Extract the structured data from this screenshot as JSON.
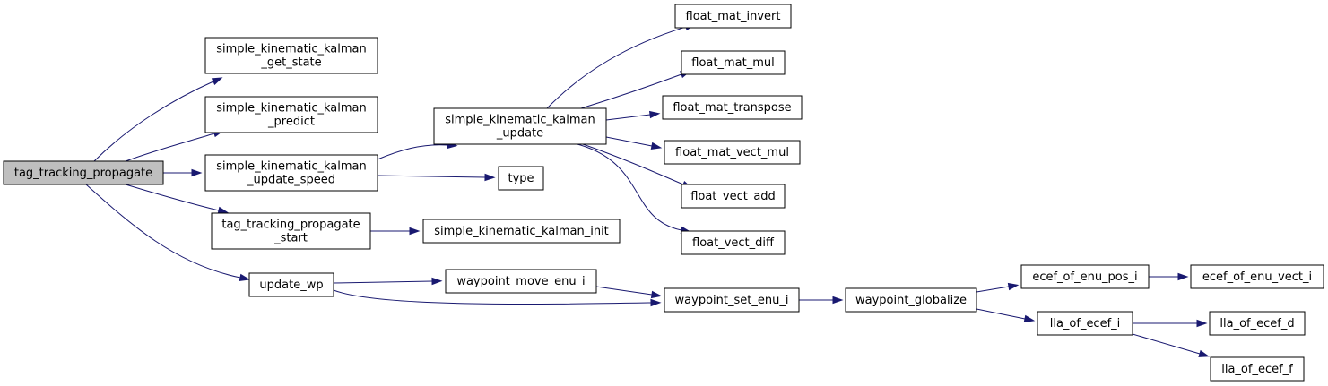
{
  "graph": {
    "nodes": [
      {
        "id": "n0",
        "lines": [
          "tag_tracking_propagate"
        ],
        "root": true
      },
      {
        "id": "n1",
        "lines": [
          "simple_kinematic_kalman",
          "_get_state"
        ]
      },
      {
        "id": "n2",
        "lines": [
          "simple_kinematic_kalman",
          "_predict"
        ]
      },
      {
        "id": "n3",
        "lines": [
          "simple_kinematic_kalman",
          "_update_speed"
        ]
      },
      {
        "id": "n4",
        "lines": [
          "tag_tracking_propagate",
          "_start"
        ]
      },
      {
        "id": "n5",
        "lines": [
          "update_wp"
        ]
      },
      {
        "id": "n6",
        "lines": [
          "simple_kinematic_kalman",
          "_update"
        ]
      },
      {
        "id": "n7",
        "lines": [
          "type"
        ]
      },
      {
        "id": "n8",
        "lines": [
          "simple_kinematic_kalman_init"
        ]
      },
      {
        "id": "n9",
        "lines": [
          "waypoint_move_enu_i"
        ]
      },
      {
        "id": "n10",
        "lines": [
          "float_mat_invert"
        ]
      },
      {
        "id": "n11",
        "lines": [
          "float_mat_mul"
        ]
      },
      {
        "id": "n12",
        "lines": [
          "float_mat_transpose"
        ]
      },
      {
        "id": "n13",
        "lines": [
          "float_mat_vect_mul"
        ]
      },
      {
        "id": "n14",
        "lines": [
          "float_vect_add"
        ]
      },
      {
        "id": "n15",
        "lines": [
          "float_vect_diff"
        ]
      },
      {
        "id": "n16",
        "lines": [
          "waypoint_set_enu_i"
        ]
      },
      {
        "id": "n17",
        "lines": [
          "waypoint_globalize"
        ]
      },
      {
        "id": "n18",
        "lines": [
          "ecef_of_enu_pos_i"
        ]
      },
      {
        "id": "n19",
        "lines": [
          "lla_of_ecef_i"
        ]
      },
      {
        "id": "n20",
        "lines": [
          "ecef_of_enu_vect_i"
        ]
      },
      {
        "id": "n21",
        "lines": [
          "lla_of_ecef_d"
        ]
      },
      {
        "id": "n22",
        "lines": [
          "lla_of_ecef_f"
        ]
      }
    ],
    "edges": [
      [
        "n0",
        "n1"
      ],
      [
        "n0",
        "n2"
      ],
      [
        "n0",
        "n3"
      ],
      [
        "n0",
        "n4"
      ],
      [
        "n0",
        "n5"
      ],
      [
        "n3",
        "n6"
      ],
      [
        "n3",
        "n7"
      ],
      [
        "n4",
        "n8"
      ],
      [
        "n5",
        "n9"
      ],
      [
        "n5",
        "n16"
      ],
      [
        "n6",
        "n10"
      ],
      [
        "n6",
        "n11"
      ],
      [
        "n6",
        "n12"
      ],
      [
        "n6",
        "n13"
      ],
      [
        "n6",
        "n14"
      ],
      [
        "n6",
        "n15"
      ],
      [
        "n9",
        "n16"
      ],
      [
        "n16",
        "n17"
      ],
      [
        "n17",
        "n18"
      ],
      [
        "n17",
        "n19"
      ],
      [
        "n18",
        "n20"
      ],
      [
        "n19",
        "n21"
      ],
      [
        "n19",
        "n22"
      ]
    ],
    "colors": {
      "edge": "#191970",
      "node_border": "#000000",
      "node_fill": "#ffffff",
      "root_fill": "#bfbfbf"
    }
  }
}
